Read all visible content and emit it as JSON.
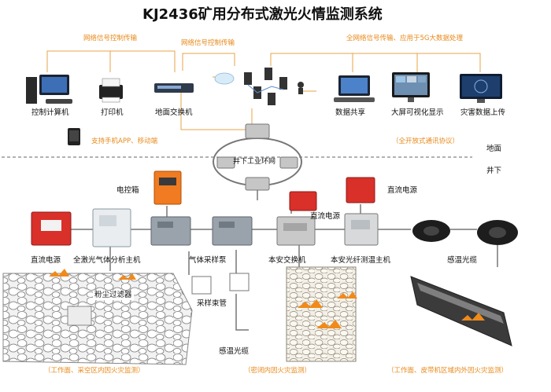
{
  "title": "KJ2436矿用分布式激光火情监测系统",
  "top": {
    "link_left": "网络信号控制传输",
    "link_mid": "网络信号控制传输",
    "link_right": "全网络信号传输、应用于5G大数据处理",
    "mobile_note": "支持手机APP、移动端",
    "protocol_note": "（全开放式通讯协议）",
    "devices": {
      "control_pc": "控制计算机",
      "printer": "打印机",
      "switch": "地面交换机",
      "data_share": "数据共享",
      "big_screen": "大屏可视化显示",
      "disaster_upload": "灾害数据上传"
    }
  },
  "levels": {
    "surface": "地面",
    "underground": "井下"
  },
  "ring": {
    "label": "井下工业环网"
  },
  "underground": {
    "control_box": "电控箱",
    "dc_power_left": "直流电源",
    "analyzer": "全激光气体分析主机",
    "sampling_pump": "气体采样泵",
    "switch": "本安交换机",
    "dc_power_mid": "直流电源",
    "dc_power_right": "直流电源",
    "fiber_host": "本安光纤测温主机",
    "temp_cable_right": "感温光缆",
    "dust_filter": "粉尘过滤器",
    "bundle_tube": "采样束管",
    "temp_cable_mid": "感温光缆"
  },
  "captions": {
    "left": "（工作面、采空区内因火灾监测）",
    "mid": "（密闭内因火灾监测）",
    "right": "（工作面、皮带机区域内外因火灾监测）"
  },
  "colors": {
    "accent_orange": "#e8891a",
    "device_red": "#d9302a",
    "line_gray": "#777777"
  }
}
